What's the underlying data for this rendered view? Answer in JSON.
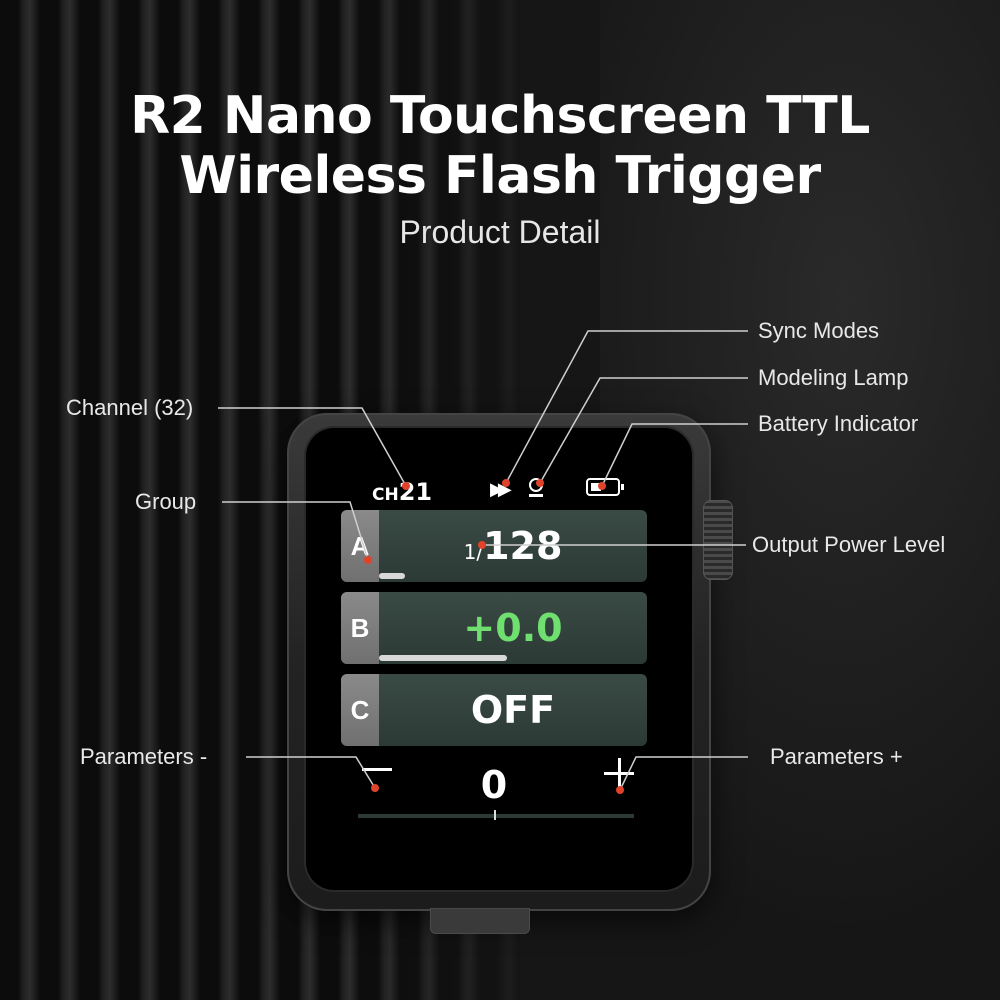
{
  "header": {
    "title_line1": "R2 Nano Touchscreen TTL",
    "title_line2": "Wireless Flash Trigger",
    "subtitle": "Product Detail"
  },
  "callouts": {
    "sync_modes": "Sync Modes",
    "modeling_lamp": "Modeling Lamp",
    "channel": "Channel (32)",
    "battery_indicator": "Battery Indicator",
    "group": "Group",
    "output_power_level": "Output Power Level",
    "parameters_minus": "Parameters -",
    "parameters_plus": "Parameters +"
  },
  "screen": {
    "channel_prefix": "CH",
    "channel_number": "21",
    "groups": [
      {
        "letter": "A",
        "value_prefix": "1/",
        "value": "128",
        "level": 0.1
      },
      {
        "letter": "B",
        "value": "+0.0",
        "level": 0.5
      },
      {
        "letter": "C",
        "value": "OFF"
      }
    ],
    "parameter_value": "0"
  },
  "colors": {
    "accent_dot": "#e0432a",
    "ttl_value_green": "#6fe06f",
    "row_background": "#2c3a35"
  },
  "icons": [
    "sync-modes-icon",
    "modeling-lamp-icon",
    "battery-icon",
    "minus-icon",
    "plus-icon"
  ]
}
